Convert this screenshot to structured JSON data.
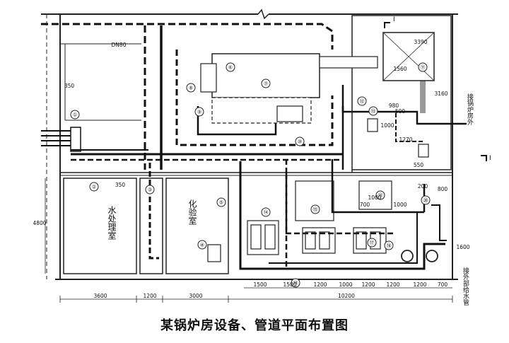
{
  "caption": "某锅炉房设备、管道平面布置图",
  "rooms": {
    "left_room": "水处理室",
    "mid_room": "化验室"
  },
  "side_labels": {
    "right_top": "接锅炉房外",
    "right_bottom": "接外部给水管"
  },
  "section_marks": {
    "top": "I",
    "bottom": "I"
  },
  "equipment_tags": [
    "①",
    "②",
    "③",
    "④",
    "⑤",
    "⑥",
    "⑦",
    "⑧",
    "⑨",
    "⑩",
    "⑪",
    "⑫",
    "⑬",
    "⑭",
    "⑮",
    "⑯",
    "⑰",
    "⑱",
    "⑲",
    "⑳"
  ],
  "dimensions": {
    "top_left": "350",
    "top_pipe": "DN80",
    "chimney_w": "3390",
    "chimney_h": "1560",
    "boiler_side": "3160",
    "mid_v1": "980",
    "mid_v2": "1000",
    "mid_v3": "1270",
    "mid_small1": "550",
    "mid_small2": "500",
    "left_350": "350",
    "left_v": "4800",
    "right_200": "200",
    "right_800": "800",
    "right_1000": "1000",
    "right_1600": "1600",
    "box_700": "700",
    "box_1000": "1000",
    "bottom_3600": "3600",
    "bottom_1200a": "1200",
    "bottom_3000": "3000",
    "bottom_1500": "1500",
    "bottom_1500b": "1500",
    "bottom_1200b": "1200",
    "bottom_1000": "1000",
    "bottom_1200c": "1200",
    "bottom_1200d": "1200",
    "bottom_1200e": "1200",
    "bottom_700": "700",
    "bottom_total": "10200"
  }
}
